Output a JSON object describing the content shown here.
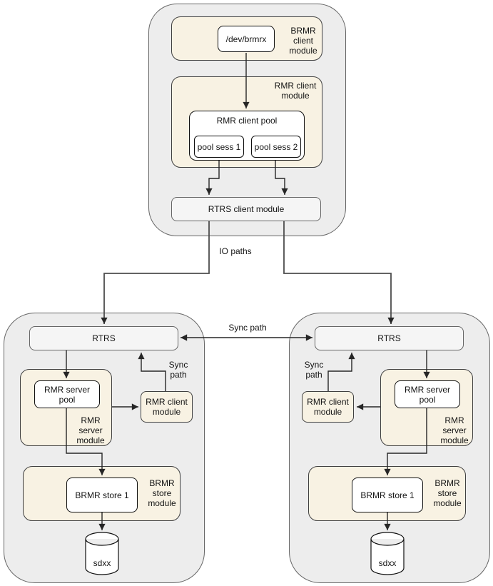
{
  "colors": {
    "cluster_fill": "#ededed",
    "cluster_border": "#666666",
    "module_fill": "#f8f2e3",
    "module_border": "#404040",
    "node_fill": "#ffffff",
    "node_border": "#0f0f0f",
    "gray_node_fill": "#f5f5f5",
    "edge_color": "#262626",
    "io_line_color": "#4d4d4d"
  },
  "top": {
    "brmr_client_module_label": "BRMR client module",
    "dev_brmrx": "/dev/brmrx",
    "rmr_client_module_label": "RMR client module",
    "rmr_client_pool_label": "RMR client pool",
    "pool_sess_1": "pool sess 1",
    "pool_sess_2": "pool sess 2",
    "rtrs_client_module": "RTRS client module"
  },
  "edges": {
    "io_paths_label": "IO paths",
    "sync_path_label": "Sync path"
  },
  "left": {
    "rtrs": "RTRS",
    "rmr_server_pool": "RMR server pool",
    "rmr_server_module_label": "RMR server module",
    "rmr_client_module": "RMR client module",
    "sync_path_label": "Sync path",
    "brmr_store": "BRMR store 1",
    "brmr_store_module_label": "BRMR store module",
    "disk": "sdxx"
  },
  "right": {
    "rtrs": "RTRS",
    "rmr_server_pool": "RMR server pool",
    "rmr_server_module_label": "RMR server module",
    "rmr_client_module": "RMR client module",
    "sync_path_label": "Sync path",
    "brmr_store": "BRMR store 1",
    "brmr_store_module_label": "BRMR store module",
    "disk": "sdxx"
  }
}
